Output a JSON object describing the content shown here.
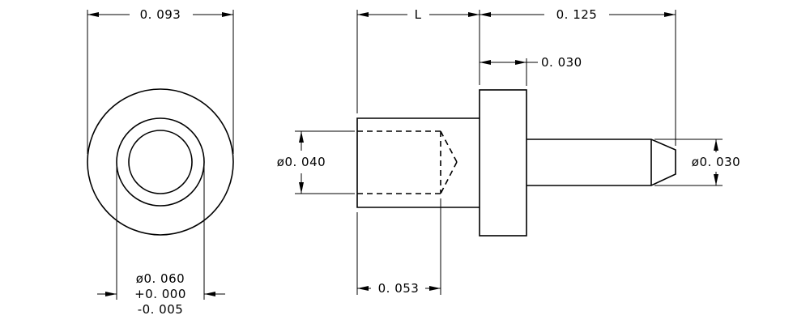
{
  "drawing": {
    "dim_overall_diameter": "0. 093",
    "dim_length": "L",
    "dim_pin_length": "0. 125",
    "dim_flange_thickness": "0. 030",
    "dim_body_diameter": "ø0. 040",
    "dim_pin_diameter": "ø0. 030",
    "dim_bore_depth": "0. 053",
    "dim_bore_diameter": "ø0. 060",
    "dim_bore_tol_plus": "+0. 000",
    "dim_bore_tol_minus": "-0. 005"
  }
}
